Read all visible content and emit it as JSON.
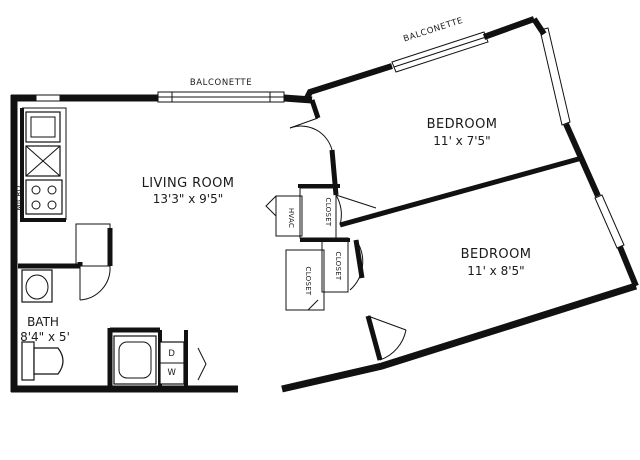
{
  "rooms": {
    "living": {
      "name": "LIVING ROOM",
      "dims": "13'3\" x 9'5\""
    },
    "bedroom1": {
      "name": "BEDROOM",
      "dims": "11' x 7'5\""
    },
    "bedroom2": {
      "name": "BEDROOM",
      "dims": "11' x 8'5\""
    },
    "bath": {
      "name": "BATH",
      "dims": "8'4\" x 5'"
    }
  },
  "labels": {
    "balconette_left": "BALCONETTE",
    "balconette_right": "BALCONETTE",
    "closet_upper": "CLOSET",
    "closet_lower": "CLOSET",
    "closet_bedroom2": "CLOSET",
    "hvac": "HVAC",
    "micro": "MICRO",
    "dw_d": "D",
    "dw_w": "W"
  }
}
